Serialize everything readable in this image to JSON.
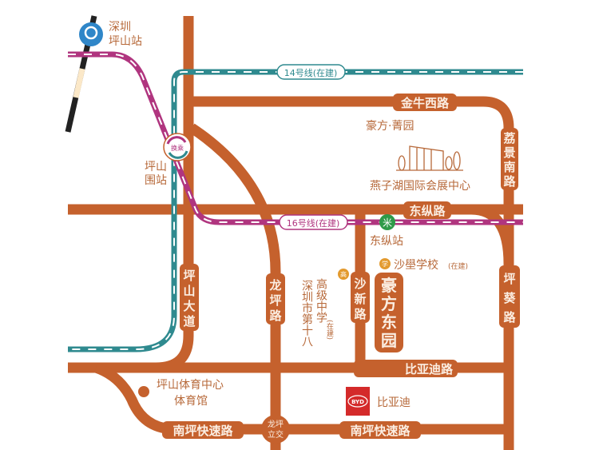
{
  "colors": {
    "road": "#c5612d",
    "line14": "#2f8a8f",
    "line16": "#b0357f",
    "metro": "#2e9a48",
    "rail_station": "#2f86c8",
    "byd": "#d42a2a",
    "label": "#b7693a"
  },
  "stations": {
    "pingshan_rail": [
      "深圳",
      "坪山站"
    ],
    "pingshanwei": [
      "坪山",
      "围站"
    ],
    "transfer": "换乘",
    "dongzong": "东纵站"
  },
  "metro_lines": {
    "line14": "14号线(在建)",
    "line16": "16号线(在建)"
  },
  "roads": {
    "jinniu": "金牛西路",
    "lijing": [
      "荔",
      "景",
      "南",
      "路"
    ],
    "dongzong": "东纵路",
    "pingshan_ave": [
      "坪",
      "山",
      "大",
      "道"
    ],
    "longping": [
      "龙",
      "坪",
      "路"
    ],
    "shaxin": [
      "沙",
      "新",
      "路"
    ],
    "pingkui": [
      "坪",
      "葵",
      "路"
    ],
    "byd_road": "比亚迪路",
    "nanping1": "南坪快速路",
    "nanping2": "南坪快速路",
    "interchange": [
      "龙坪",
      "立交"
    ]
  },
  "pois": {
    "haofang_jingyuan": "豪方·菁园",
    "yanzihu": "燕子湖国际会展中心",
    "shalei_school": "沙壆学校",
    "shalei_note": "(在建)",
    "school_badge": "学",
    "high_school_cols": [
      "高级中学",
      "深圳市第十八"
    ],
    "high_school_note": "(在建)",
    "high_badge": "高",
    "sports": [
      "坪山体育中心",
      "体育馆"
    ],
    "byd": "比亚迪",
    "byd_logo": "BYD"
  },
  "project": [
    "豪",
    "方",
    "东",
    "园"
  ]
}
